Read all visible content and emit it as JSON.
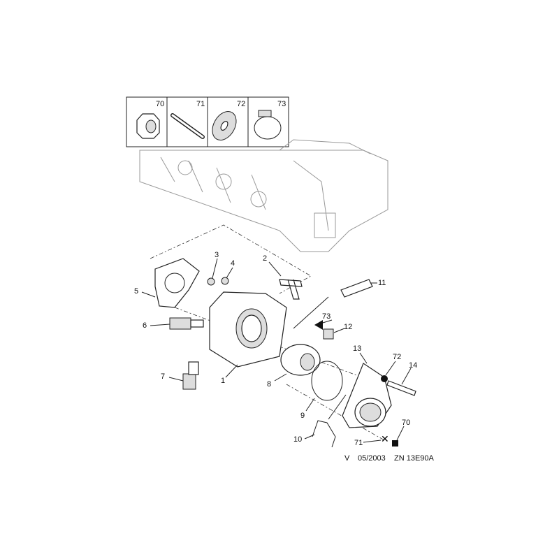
{
  "legend": [
    {
      "number": "70",
      "icon": "nut-icon"
    },
    {
      "number": "71",
      "icon": "stud-icon"
    },
    {
      "number": "72",
      "icon": "washer-icon"
    },
    {
      "number": "73",
      "icon": "hose-clamp-icon"
    }
  ],
  "callouts": {
    "c1": "1",
    "c2": "2",
    "c3": "3",
    "c4": "4",
    "c5": "5",
    "c6": "6",
    "c7": "7",
    "c8": "8",
    "c9": "9",
    "c10": "10",
    "c11": "11",
    "c12": "12",
    "c13": "13",
    "c14": "14",
    "c70": "70",
    "c71": "71",
    "c72": "72",
    "c73": "73"
  },
  "footer": {
    "version": "V",
    "date": "05/2003",
    "code": "ZN 13E90A"
  }
}
